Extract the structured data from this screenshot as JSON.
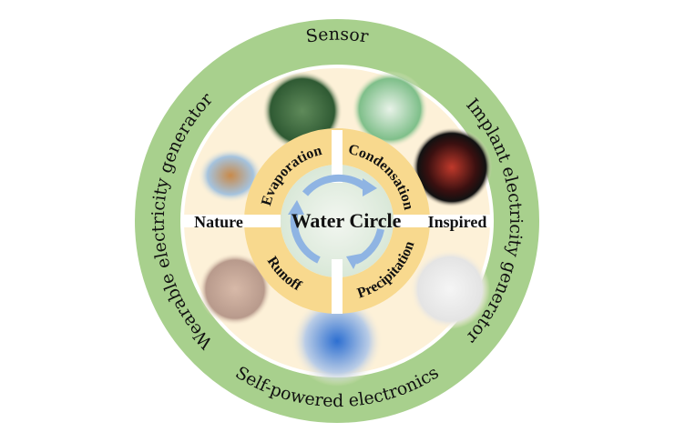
{
  "outer_ring": {
    "top": "Sensor",
    "right": "Implant electricity generator",
    "bottom": "Self-powered electronics",
    "left": "Wearable electricity generator"
  },
  "inner_ring": {
    "upper_left": "Evaporation",
    "upper_right": "Condensation",
    "lower_left": "Runoff",
    "lower_right": "Precipitation"
  },
  "center_title": "Water Circle",
  "side_labels": {
    "left": "Nature",
    "right": "Inspired"
  },
  "colors": {
    "outer_ring": "#a8d08d",
    "disk": "#fdf1d8",
    "inner_ring": "#f8d98e",
    "center": "#e6efe4",
    "arrow": "#8fb4e3"
  }
}
